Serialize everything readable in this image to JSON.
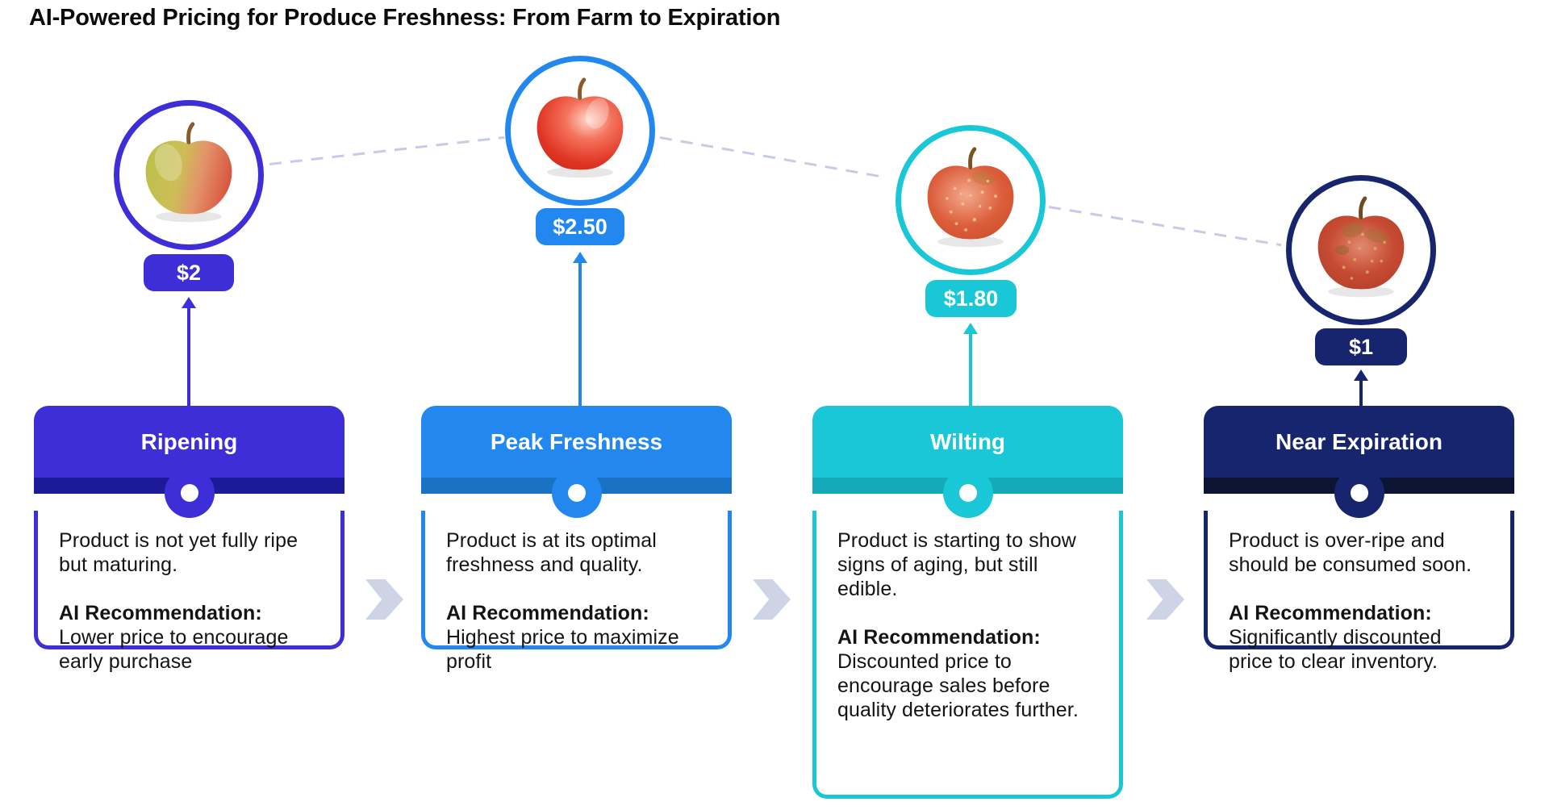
{
  "title": "AI-Powered Pricing for Produce Freshness: From Farm to Expiration",
  "connector_color": "#c7cbe8",
  "chevron_color": "#ced3e6",
  "stages": [
    {
      "name": "Ripening",
      "price": "$2",
      "description": "Product is not yet fully ripe but maturing.",
      "ai_label": "AI Recommendation:",
      "ai_text": "Lower price to encourage early purchase",
      "accent": "#3e2ed8",
      "accent_dark": "#1d1a9a",
      "apple": "yellow-red ripening apple"
    },
    {
      "name": "Peak Freshness",
      "price": "$2.50",
      "description": "Product is at its optimal freshness and quality.",
      "ai_label": "AI Recommendation:",
      "ai_text": "Highest price to maximize profit",
      "accent": "#2288f0",
      "accent_dark": "#1a72c4",
      "apple": "bright red fresh apple"
    },
    {
      "name": "Wilting",
      "price": "$1.80",
      "description": "Product is starting to show signs of aging, but still edible.",
      "ai_label": "AI Recommendation:",
      "ai_text": "Discounted price to encourage sales before quality deteriorates further.",
      "accent": "#19c7d6",
      "accent_dark": "#15aab8",
      "apple": "speckled aging apple"
    },
    {
      "name": "Near Expiration",
      "price": "$1",
      "description": "Product is over-ripe and should be consumed soon.",
      "ai_label": "AI Recommendation:",
      "ai_text": "Significantly discounted price to clear inventory.",
      "accent": "#17256e",
      "accent_dark": "#0c1434",
      "apple": "bruised over-ripe apple"
    }
  ]
}
